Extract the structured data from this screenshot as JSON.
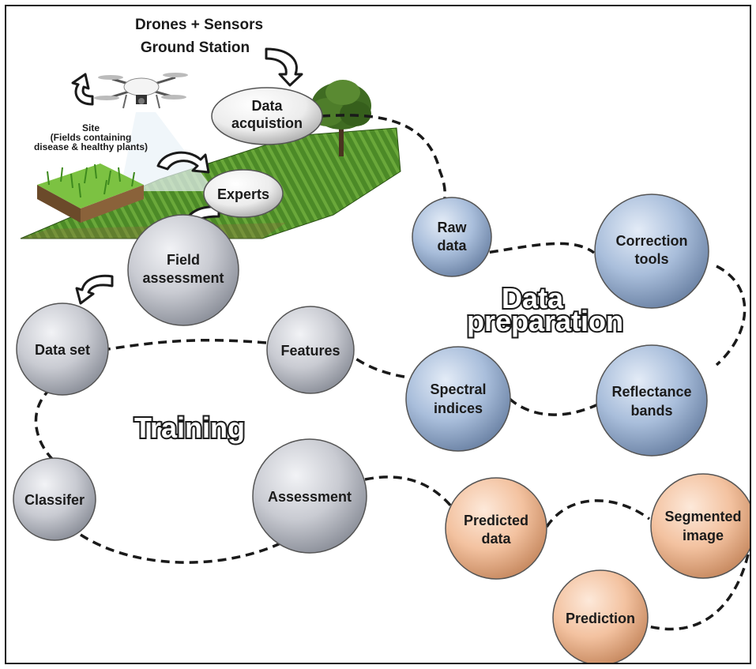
{
  "header": {
    "line1": "Drones + Sensors",
    "line2": "Ground Station"
  },
  "site_label": {
    "line1": "Site",
    "line2": "(Fields containing",
    "line3": "disease & healthy plants)"
  },
  "groups": {
    "training": "Training",
    "data_prep_line1": "Data",
    "data_prep_line2": "preparation"
  },
  "nodes": {
    "data_acquisition": [
      "Data",
      "acquistion"
    ],
    "experts": [
      "Experts"
    ],
    "field_assessment": [
      "Field",
      "assessment"
    ],
    "data_set": [
      "Data set"
    ],
    "features": [
      "Features"
    ],
    "classifier": [
      "Classifer"
    ],
    "assessment": [
      "Assessment"
    ],
    "raw_data": [
      "Raw",
      "data"
    ],
    "correction_tools": [
      "Correction",
      "tools"
    ],
    "reflectance_bands": [
      "Reflectance",
      "bands"
    ],
    "spectral_indices": [
      "Spectral",
      "indices"
    ],
    "predicted_data": [
      "Predicted",
      "data"
    ],
    "segmented_image": [
      "Segmented",
      "image"
    ],
    "prediction": [
      "Prediction"
    ]
  },
  "colors": {
    "gray_node": "#c9cbd2",
    "blue_node": "#a9bedb",
    "orange_node": "#f3c2a0",
    "white_node": "#f0f0f0",
    "field_green": "#4f8a2b",
    "tree_green": "#3f6b22",
    "sky_light": "#eaf2f8"
  },
  "icons": [
    "drone-icon",
    "tree-icon",
    "grass-patch-icon",
    "curved-arrow-icon"
  ]
}
